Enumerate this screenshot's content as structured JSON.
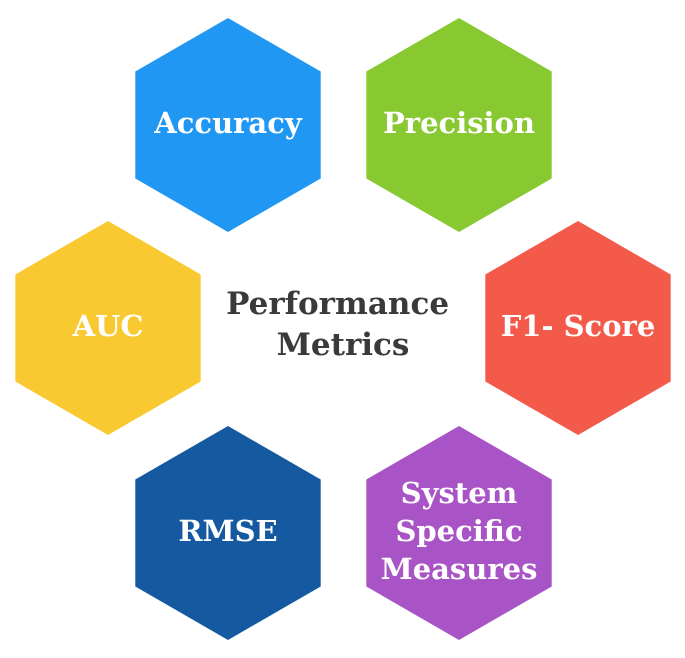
{
  "center": {
    "lines": [
      "Performance",
      "Metrics"
    ],
    "color": "#3a3a3a"
  },
  "hexagons": [
    {
      "id": "accuracy",
      "lines": [
        "Accuracy"
      ],
      "color": "#1f97f3"
    },
    {
      "id": "precision",
      "lines": [
        "Precision"
      ],
      "color": "#88c932"
    },
    {
      "id": "auc",
      "lines": [
        "AUC"
      ],
      "color": "#f9c931"
    },
    {
      "id": "f1-score",
      "lines": [
        "F1- Score"
      ],
      "color": "#f45a4a"
    },
    {
      "id": "rmse",
      "lines": [
        "RMSE"
      ],
      "color": "#155aa0"
    },
    {
      "id": "system-specific-measures",
      "lines": [
        "System",
        "Specific",
        "Measures"
      ],
      "color": "#a954c6"
    }
  ]
}
